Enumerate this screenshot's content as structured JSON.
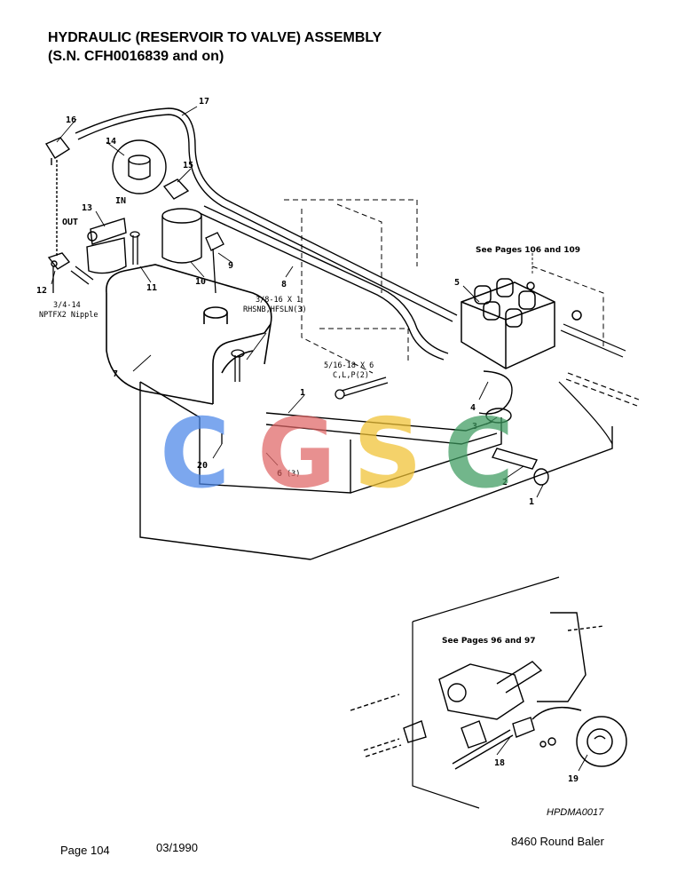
{
  "title": {
    "line1": "HYDRAULIC (RESERVOIR TO VALVE) ASSEMBLY",
    "line2": "(S.N. CFH0016839 and on)"
  },
  "references": {
    "valve_pages": "See Pages 106 and 109",
    "pump_pages": "See Pages 96 and 97"
  },
  "callouts": {
    "nipple_line1": "3/4-14",
    "nipple_line2": "NPTFX2 Nipple",
    "bolt_a_line1": "3/8-16 X 1",
    "bolt_a_line2": "RHSNB,HFSLN(3)",
    "bolt_b_line1": "5/16-18 X 6",
    "bolt_b_line2": "C,L,P(2)",
    "qty_6": "(3)"
  },
  "part_numbers": {
    "p1a": "1",
    "p1b": "1",
    "p2": "2",
    "p3": "3",
    "p4": "4",
    "p5": "5",
    "p6": "6",
    "p7": "7",
    "p8": "8",
    "p9": "9",
    "p10": "10",
    "p11": "11",
    "p12": "12",
    "p13": "13",
    "p14": "14",
    "p15": "15",
    "p16": "16",
    "p17": "17",
    "p18": "18",
    "p19": "19",
    "p20": "20"
  },
  "port_labels": {
    "in": "IN",
    "out": "OUT"
  },
  "watermark": {
    "text": "CGSC",
    "colors": [
      "#4a86e8",
      "#e06666",
      "#f1c232",
      "#3c9a5f"
    ]
  },
  "footer": {
    "drawing_code": "HPDMA0017",
    "page": "Page 104",
    "date": "03/1990",
    "model": "8460 Round Baler"
  }
}
